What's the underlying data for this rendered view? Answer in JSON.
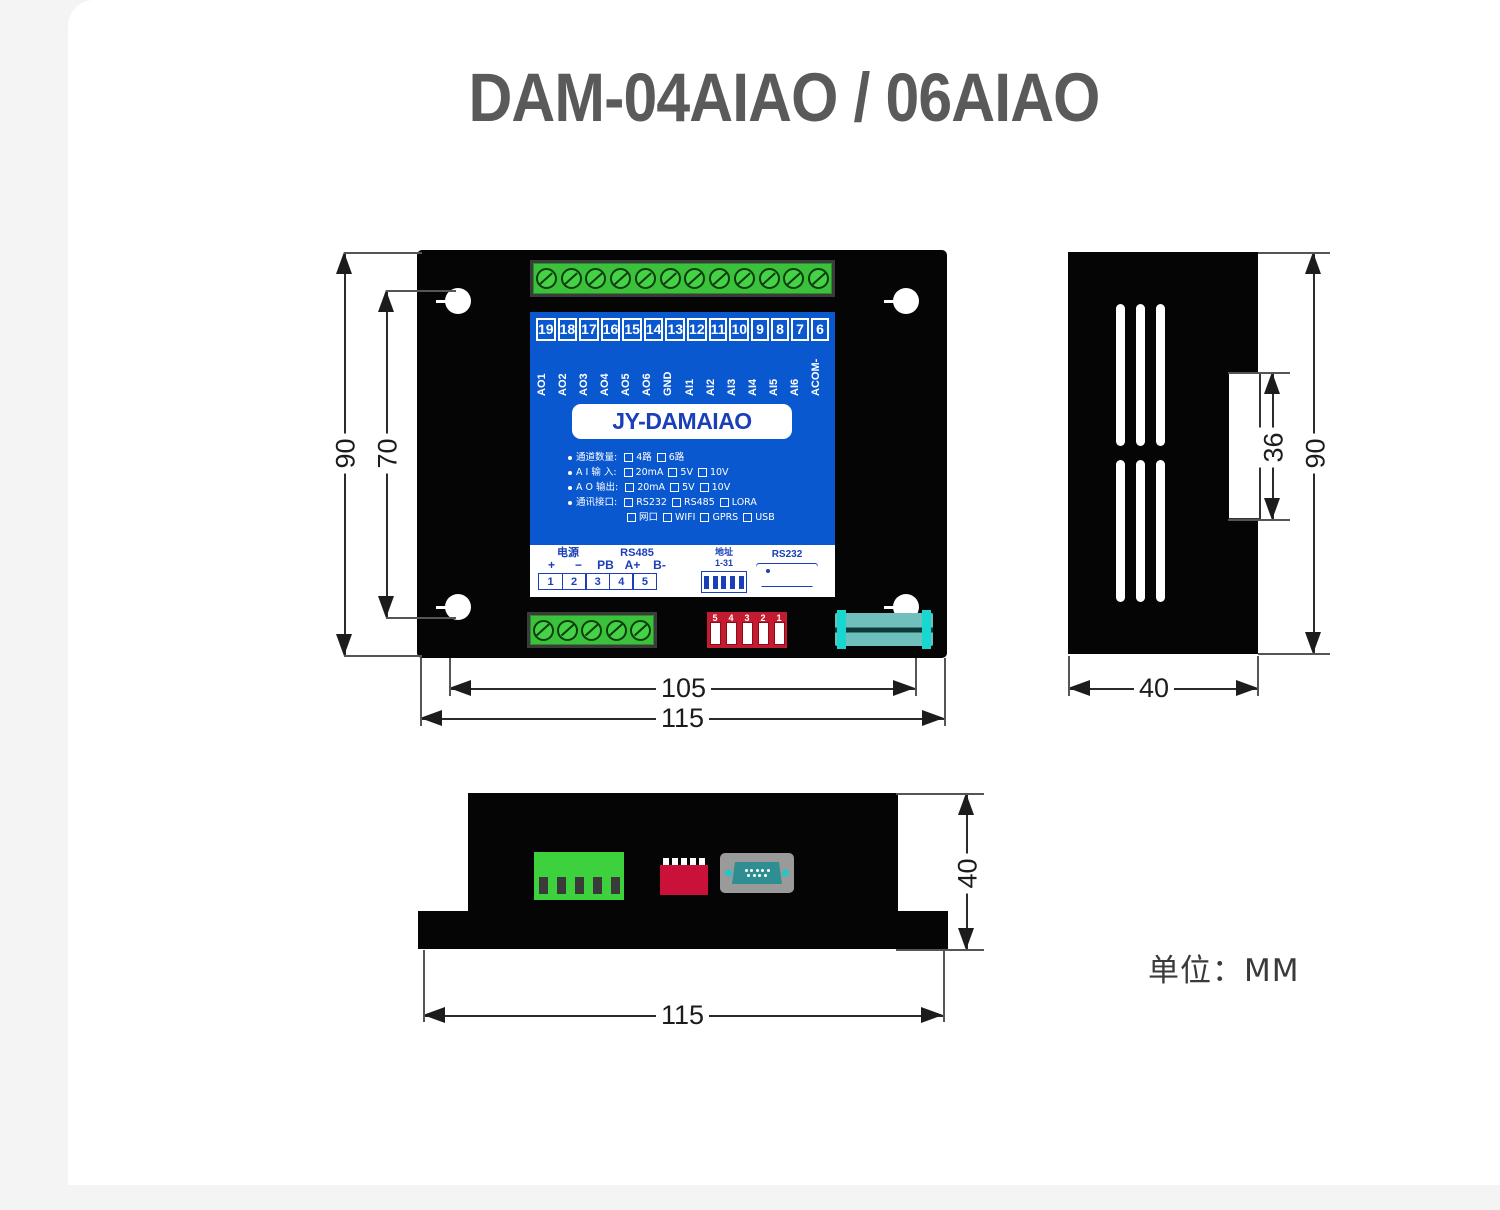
{
  "title": "DAM-04AIAO / 06AIAO",
  "unit_note": "单位：MM",
  "front_view": {
    "brand": "JY-DAMAIAO",
    "terminal_numbers": [
      "19",
      "18",
      "17",
      "16",
      "15",
      "14",
      "13",
      "12",
      "11",
      "10",
      "9",
      "8",
      "7",
      "6"
    ],
    "terminal_labels": [
      "AO1",
      "AO2",
      "AO3",
      "AO4",
      "AO5",
      "AO6",
      "GND",
      "AI1",
      "AI2",
      "AI3",
      "AI4",
      "AI5",
      "AI6",
      "ACOM-"
    ],
    "specs": [
      {
        "label": "通道数量:",
        "options": [
          "4路",
          "6路"
        ]
      },
      {
        "label": "A I 输 入:",
        "options": [
          "20mA",
          "5V",
          "10V"
        ]
      },
      {
        "label": "A O 输出:",
        "options": [
          "20mA",
          "5V",
          "10V"
        ]
      },
      {
        "label": "通讯接口:",
        "options": [
          "RS232",
          "RS485",
          "LORA"
        ]
      },
      {
        "label": "",
        "options": [
          "网口",
          "WIFI",
          "GPRS",
          "USB"
        ]
      }
    ],
    "power_header": "电源",
    "rs485_header": "RS485",
    "signs": [
      "+",
      "−",
      "PB",
      "A+",
      "B-"
    ],
    "bottom_numbers": [
      "1",
      "2",
      "3",
      "4",
      "5"
    ],
    "address_label": "地址",
    "address_range": "1-31",
    "rs232_label": "RS232",
    "dip_numbers": [
      "5",
      "4",
      "3",
      "2",
      "1"
    ]
  },
  "dimensions": {
    "front_height_outer": "90",
    "front_height_inner": "70",
    "front_width_inner": "105",
    "front_width_outer": "115",
    "back_height": "90",
    "back_clip": "36",
    "back_width": "40",
    "side_height": "40",
    "side_width": "115"
  },
  "colors": {
    "pcb_blue": "#0a58d0",
    "terminal_green": "#3cc13e",
    "dip_red": "#c31c31",
    "accent_orange": "#f26a16",
    "body_black": "#050505",
    "title_gray": "#5a5a5a"
  }
}
